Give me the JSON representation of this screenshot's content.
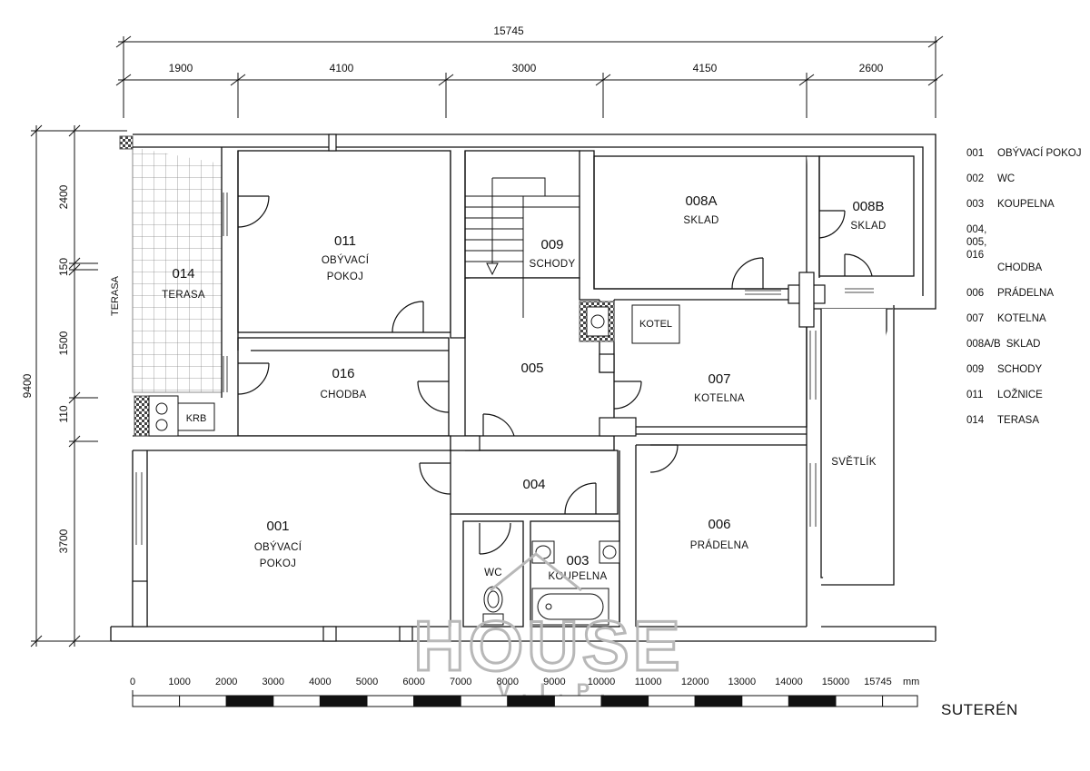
{
  "top_dimensions": {
    "total": "15745",
    "segments": [
      "1900",
      "4100",
      "3000",
      "4150",
      "2600"
    ]
  },
  "left_dimensions": {
    "total": "9400",
    "segments": [
      "2400",
      "150",
      "1500",
      "110",
      "3700"
    ]
  },
  "rooms": {
    "r011": {
      "num": "011",
      "line1": "OBÝVACÍ",
      "line2": "POKOJ"
    },
    "r014": {
      "num": "014",
      "line1": "TERASA"
    },
    "r016": {
      "num": "016",
      "line1": "CHODBA"
    },
    "r009": {
      "num": "009",
      "line1": "SCHODY"
    },
    "r005": {
      "num": "005"
    },
    "r008a": {
      "num": "008A",
      "line1": "SKLAD"
    },
    "r008b": {
      "num": "008B",
      "line1": "SKLAD"
    },
    "r007": {
      "num": "007",
      "line1": "KOTELNA"
    },
    "r004": {
      "num": "004"
    },
    "r001": {
      "num": "001",
      "line1": "OBÝVACÍ",
      "line2": "POKOJ"
    },
    "r003": {
      "num": "003",
      "line1": "KOUPELNA"
    },
    "r006": {
      "num": "006",
      "line1": "PRÁDELNA"
    },
    "wc": "WC"
  },
  "labels": {
    "terasa_side": "TERASA",
    "krb": "KRB",
    "kotel": "KOTEL",
    "svetlik": "SVĚTLÍK"
  },
  "legend": [
    {
      "code": "001",
      "name": "OBÝVACÍ POKOJ"
    },
    {
      "code": "002",
      "name": "WC"
    },
    {
      "code": "003",
      "name": "KOUPELNA"
    },
    {
      "code": "004, 005,  016",
      "name": "CHODBA"
    },
    {
      "code": "006",
      "name": "PRÁDELNA"
    },
    {
      "code": "007",
      "name": "KOTELNA"
    },
    {
      "code": "008A/B",
      "name": "SKLAD"
    },
    {
      "code": "009",
      "name": "SCHODY"
    },
    {
      "code": "011",
      "name": "LOŽNICE"
    },
    {
      "code": "014",
      "name": "TERASA"
    }
  ],
  "scale": {
    "labels": [
      "0",
      "1000",
      "2000",
      "3000",
      "4000",
      "5000",
      "6000",
      "7000",
      "8000",
      "9000",
      "10000",
      "11000",
      "12000",
      "13000",
      "14000",
      "15000",
      "15745"
    ],
    "unit": "mm"
  },
  "floor_name": "SUTERÉN",
  "watermark": {
    "main": "HOUSE",
    "sub": "V.I.P."
  }
}
